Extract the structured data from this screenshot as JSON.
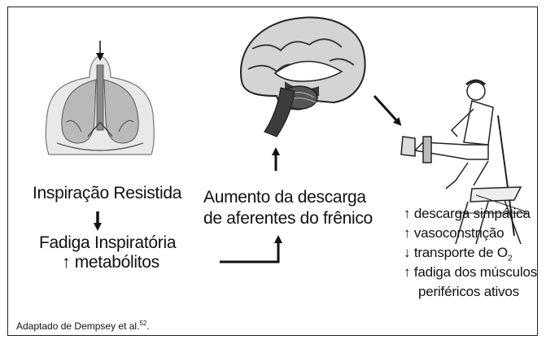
{
  "left": {
    "line1": "Inspiração Resistida",
    "line2": "Fadiga Inspiratória",
    "line3": "↑ metabólitos"
  },
  "center": {
    "line1": "Aumento da descarga",
    "line2": "de aferentes do frênico"
  },
  "right": {
    "items": [
      "↑ descarga simpática",
      "↑ vasoconstrição",
      "↓ transporte de O",
      "↑ fadiga dos músculos",
      "periféricos ativos"
    ],
    "o2_subscript": "2"
  },
  "citation": {
    "text": "Adaptado de Dempsey et al.",
    "superscript": "52"
  },
  "illustrations": [
    "torso-lungs-illustration",
    "brain-illustration",
    "seated-leg-exercise-illustration"
  ]
}
